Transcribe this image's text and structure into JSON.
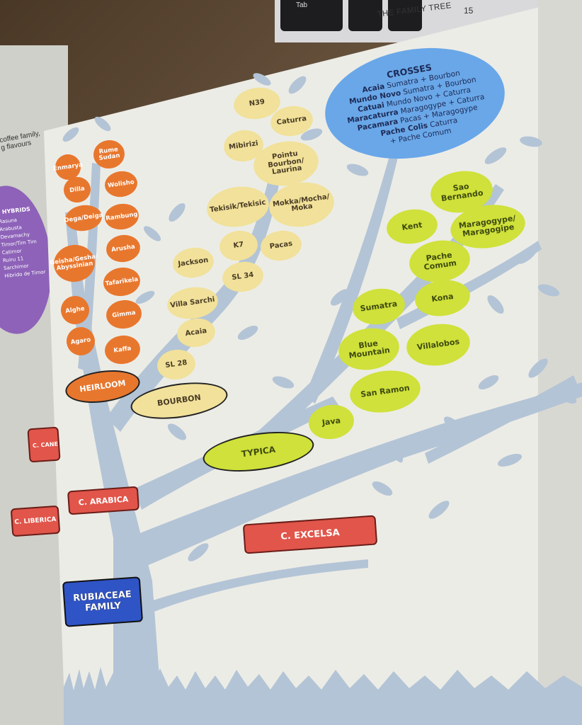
{
  "page": {
    "running_head": "THE FAMILY TREE",
    "page_number": "15"
  },
  "laptop": {
    "key_label": "Tab"
  },
  "left_page": {
    "text_lines": [
      "coffee family,",
      "g flavours"
    ],
    "hybrids": {
      "title": "HYBRIDS",
      "lines": [
        "Rasuna",
        "Arabusta",
        "Devamachy",
        "Timor/Tim Tim",
        "Catimor",
        "Ruiru 11",
        "Sarchimor",
        "Hibrido de Timor"
      ]
    }
  },
  "heirloom": {
    "label": "HEIRLOOM",
    "varieties": [
      "Rume Sudan",
      "Enmarya",
      "Wolisho",
      "Dilla",
      "Rambung",
      "Dega/Deiga",
      "Arusha",
      "Geisha/Gesha/ Abyssinian",
      "Tafarikela",
      "Alghe",
      "Gimma",
      "Agaro",
      "Kaffa"
    ]
  },
  "bourbon": {
    "label": "BOURBON",
    "varieties": [
      "N39",
      "Caturra",
      "Mibirizi",
      "Pointu Bourbon/ Laurina",
      "Tekisik/Tekisic",
      "Mokka/Mocha/ Moka",
      "K7",
      "Pacas",
      "Jackson",
      "SL 34",
      "Villa Sarchi",
      "Acaia",
      "SL 28"
    ]
  },
  "typica": {
    "label": "TYPICA",
    "varieties": [
      "Sao Bernando",
      "Kent",
      "Maragogype/ Maragogipe",
      "Pache Comum",
      "Sumatra",
      "Kona",
      "Blue Mountain",
      "Villalobos",
      "San Ramon",
      "Java"
    ]
  },
  "crosses": {
    "title": "CROSSES",
    "rows": [
      {
        "name": "Acaia",
        "parents": "Sumatra + Bourbon"
      },
      {
        "name": "Mundo Novo",
        "parents": "Sumatra + Bourbon"
      },
      {
        "name": "Catuai",
        "parents": "Mundo Novo + Caturra"
      },
      {
        "name": "Maracaturra",
        "parents": "Maragogype + Caturra"
      },
      {
        "name": "Pacamara",
        "parents": "Pacas + Maragogype"
      },
      {
        "name": "Pache Colis",
        "parents": "Caturra"
      },
      {
        "name": "",
        "parents": "+ Pache Comum"
      }
    ]
  },
  "species": {
    "arabica": "C. ARABICA",
    "excelsa": "C. EXCELSA",
    "liberica": "C. LIBERICA",
    "canephora": "C. CANEPHORA",
    "family": "RUBIACEAE FAMILY"
  },
  "colors": {
    "heirloom": "#e8772e",
    "bourbon": "#f1e19a",
    "typica": "#cfe13a",
    "crosses": "#69a7e8",
    "hybrids": "#8d62b8",
    "species": "#e1554a",
    "family": "#2f54c6",
    "tree": "#b3c4d6"
  }
}
